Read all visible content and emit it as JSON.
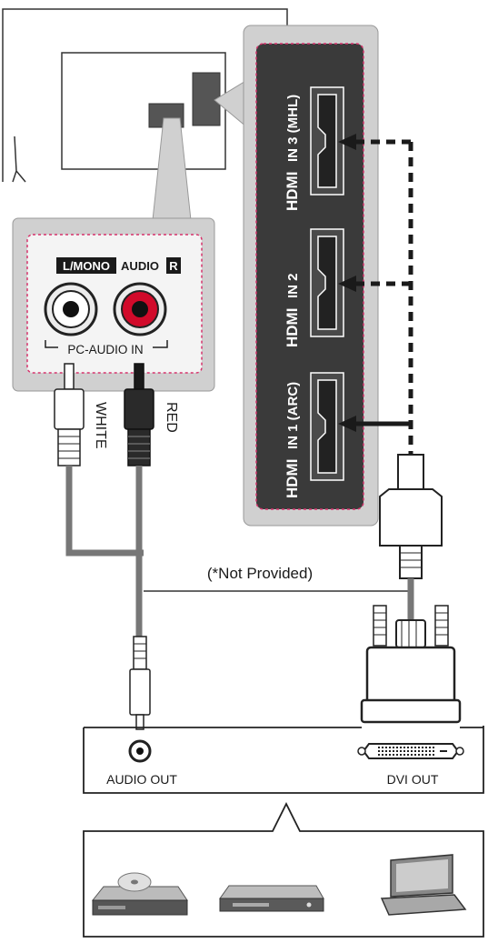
{
  "audio_panel": {
    "l_mono": "L/MONO",
    "audio": "AUDIO",
    "r": "R",
    "pc_audio_in": "PC-AUDIO IN"
  },
  "cables": {
    "white": "WHITE",
    "red": "RED",
    "not_provided": "(*Not Provided)"
  },
  "hdmi_panel": {
    "ports": [
      {
        "brand": "HDMI",
        "label": "IN 3 (MHL)"
      },
      {
        "brand": "HDMI",
        "label": "IN 2"
      },
      {
        "brand": "HDMI",
        "label": "IN 1 (ARC)"
      }
    ]
  },
  "source_device": {
    "audio_out": "AUDIO OUT",
    "dvi_out": "DVI OUT"
  },
  "devices": [
    "dvd-player-icon",
    "set-top-box-icon",
    "laptop-icon"
  ],
  "colors": {
    "panel_gray": "#d0d0d0",
    "port_panel_dark": "#3a3a3a",
    "dotted_pink": "#d6336c",
    "red_jack": "#d10a2a"
  }
}
